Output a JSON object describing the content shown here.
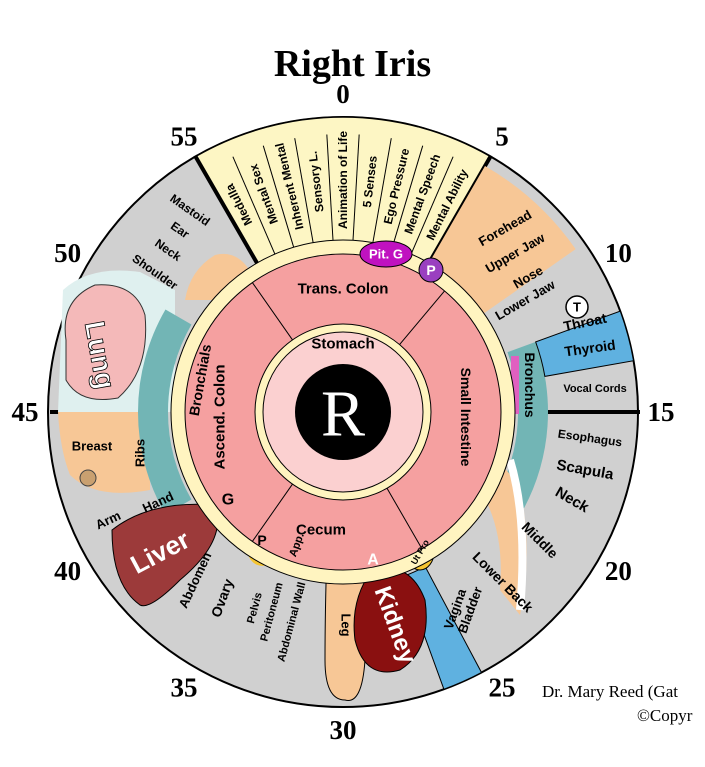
{
  "title": "Right Iris",
  "center_letter": "R",
  "credit": {
    "line1": "Dr. Mary Reed (Gat",
    "line2": "©Copyr"
  },
  "clock_numbers": [
    {
      "label": "0",
      "deg": 0
    },
    {
      "label": "5",
      "deg": 30
    },
    {
      "label": "10",
      "deg": 60
    },
    {
      "label": "15",
      "deg": 90
    },
    {
      "label": "20",
      "deg": 120
    },
    {
      "label": "25",
      "deg": 150
    },
    {
      "label": "30",
      "deg": 180
    },
    {
      "label": "35",
      "deg": 210
    },
    {
      "label": "40",
      "deg": 240
    },
    {
      "label": "45",
      "deg": 270
    },
    {
      "label": "50",
      "deg": 300
    },
    {
      "label": "55",
      "deg": 330
    }
  ],
  "inner_rings": {
    "stomach": "Stomach",
    "colon": [
      {
        "label": "Trans. Colon"
      },
      {
        "label": "Small Intestine"
      },
      {
        "label": "Cecum"
      },
      {
        "label": "Ascend. Colon"
      }
    ]
  },
  "brain_segment": {
    "items": [
      "Medulla",
      "Mental Sex",
      "Inherent Mental",
      "Sensory L.",
      "Animation of Life",
      "5 Senses",
      "Ego Pressure",
      "Mental Speech",
      "Mental Ability"
    ],
    "pit_g": "Pit. G",
    "p": "P"
  },
  "outer_labels": [
    {
      "id": "forehead",
      "text": "Forehead"
    },
    {
      "id": "upper-jaw",
      "text": "Upper Jaw"
    },
    {
      "id": "nose",
      "text": "Nose"
    },
    {
      "id": "lower-jaw",
      "text": "Lower Jaw"
    },
    {
      "id": "t-badge",
      "text": "T"
    },
    {
      "id": "throat",
      "text": "Throat"
    },
    {
      "id": "thyroid",
      "text": "Thyroid"
    },
    {
      "id": "vocal-cords",
      "text": "Vocal Cords"
    },
    {
      "id": "bronchus",
      "text": "Bronchus"
    },
    {
      "id": "esophagus",
      "text": "Esophagus"
    },
    {
      "id": "scapula",
      "text": "Scapula"
    },
    {
      "id": "neck",
      "text": "Neck"
    },
    {
      "id": "middle",
      "text": "Middle"
    },
    {
      "id": "lower-back",
      "text": "Lower Back"
    },
    {
      "id": "bladder",
      "text": "Bladder"
    },
    {
      "id": "vagina",
      "text": "Vagina"
    },
    {
      "id": "ut-pro",
      "text": "Ut Pro"
    },
    {
      "id": "kidney",
      "text": "Kidney"
    },
    {
      "id": "a-badge",
      "text": "A"
    },
    {
      "id": "leg",
      "text": "Leg"
    },
    {
      "id": "pelvis",
      "text": "Pelvis"
    },
    {
      "id": "peritoneum",
      "text": "Peritoneum"
    },
    {
      "id": "abdominal-wall",
      "text": "Abdominal Wall"
    },
    {
      "id": "app",
      "text": "App."
    },
    {
      "id": "ovary",
      "text": "Ovary"
    },
    {
      "id": "p-badge",
      "text": "P"
    },
    {
      "id": "abdomen",
      "text": "Abdomen"
    },
    {
      "id": "liver",
      "text": "Liver"
    },
    {
      "id": "g-badge",
      "text": "G"
    },
    {
      "id": "arm",
      "text": "Arm"
    },
    {
      "id": "hand",
      "text": "Hand"
    },
    {
      "id": "breast",
      "text": "Breast"
    },
    {
      "id": "ribs",
      "text": "Ribs"
    },
    {
      "id": "bronchials",
      "text": "Bronchials"
    },
    {
      "id": "lung",
      "text": "Lung"
    },
    {
      "id": "mastoid",
      "text": "Mastoid"
    },
    {
      "id": "ear",
      "text": "Ear"
    },
    {
      "id": "neck-left",
      "text": "Neck"
    },
    {
      "id": "shoulder",
      "text": "Shoulder"
    }
  ],
  "colors": {
    "outer_ring": "#d0d0d0",
    "brain": "#fdf6c4",
    "skin": "#f7c796",
    "pink_ring": "#f5a0a0",
    "cream": "#fff4c0",
    "stomach": "#fbd0d0",
    "teal": "#72b5b5",
    "blue": "#5fb1e0",
    "liver": "#9c3a3a",
    "kidney": "#8a1010",
    "lung_bg": "#dff0ef",
    "lung": "#f4b9b9",
    "pit_g": "#c012c0",
    "p_purple": "#9a3fc0",
    "gold": "#f5c531",
    "olive": "#e4e4b8",
    "magenta": "#e060c0"
  }
}
